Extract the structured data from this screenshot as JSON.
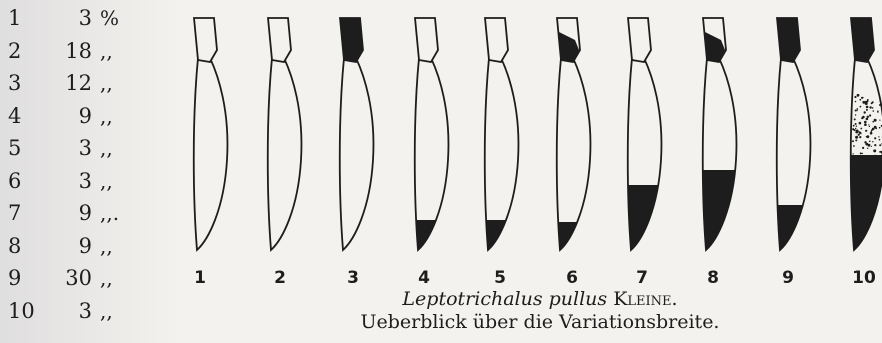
{
  "frequency_table": [
    {
      "number": "1",
      "value": "3",
      "unit": "%"
    },
    {
      "number": "2",
      "value": "18",
      "unit": ",,"
    },
    {
      "number": "3",
      "value": "12",
      "unit": ",,"
    },
    {
      "number": "4",
      "value": "9",
      "unit": ",,"
    },
    {
      "number": "5",
      "value": "3",
      "unit": ",,"
    },
    {
      "number": "6",
      "value": "3",
      "unit": ",,"
    },
    {
      "number": "7",
      "value": "9",
      "unit": ",,."
    },
    {
      "number": "8",
      "value": "9",
      "unit": ",,"
    },
    {
      "number": "9",
      "value": "30",
      "unit": ",,"
    },
    {
      "number": "10",
      "value": "3",
      "unit": ",,"
    }
  ],
  "figure": {
    "labels": [
      "1",
      "2",
      "3",
      "4",
      "5",
      "6",
      "7",
      "8",
      "9",
      "10"
    ],
    "colors": {
      "ink": "#1d1d1d",
      "paper": "#f3f2ee"
    }
  },
  "caption": {
    "species": "Leptotrichalus pullus",
    "author": "Kleine.",
    "subtitle": "Ueberblick über die Variationsbreite."
  }
}
